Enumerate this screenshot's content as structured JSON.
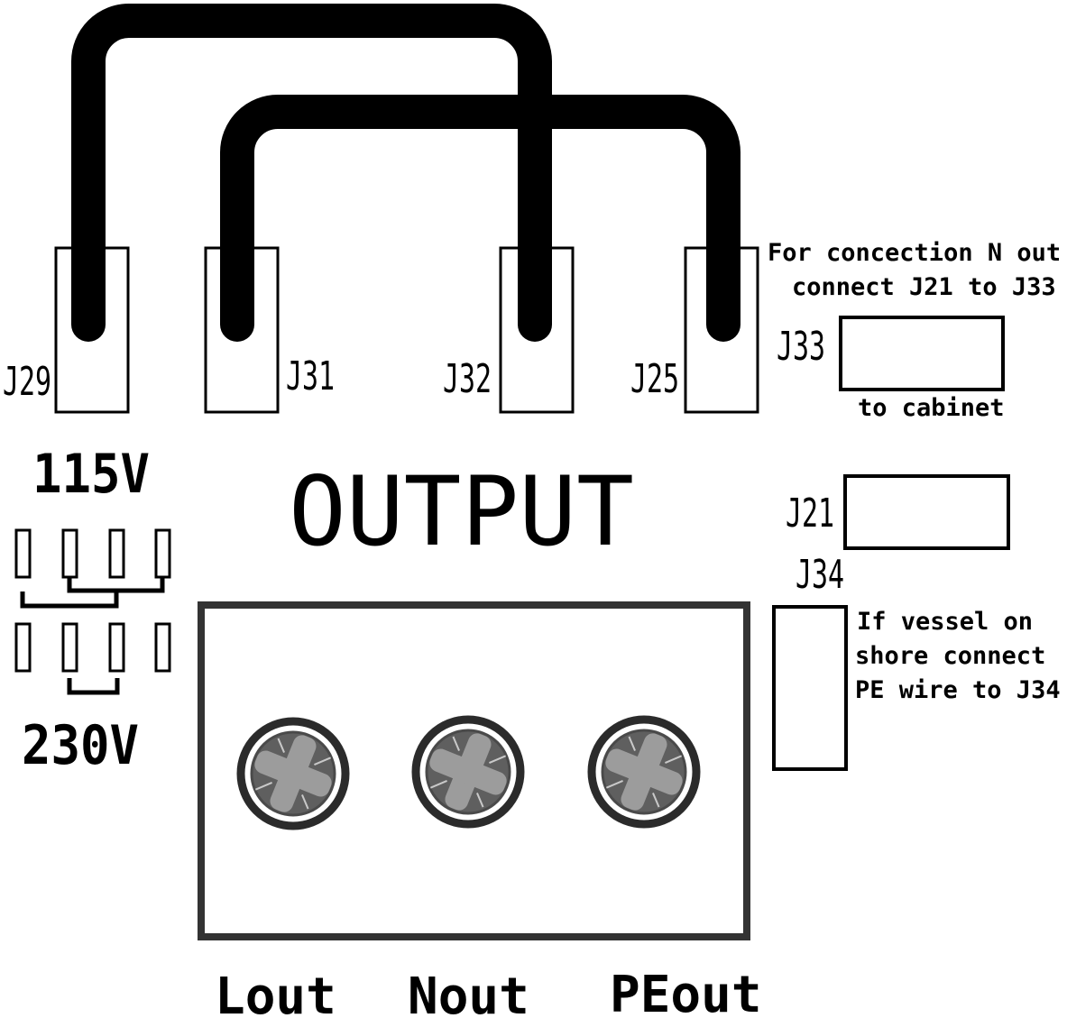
{
  "title": "OUTPUT",
  "labels": {
    "j29": "J29",
    "j31": "J31",
    "j32": "J32",
    "j25": "J25",
    "j33": "J33",
    "j21": "J21",
    "j34": "J34"
  },
  "voltage": {
    "v115": "115V",
    "v230": "230V"
  },
  "notes": {
    "n_out_line1": "For concection N out",
    "n_out_line2": "connect J21 to J33",
    "to_cabinet": "to cabinet",
    "vessel_line1": "If vessel on",
    "vessel_line2": "shore connect",
    "vessel_line3": "PE wire to J34"
  },
  "terminals": {
    "lout": "Lout",
    "nout": "Nout",
    "peout": "PEout"
  },
  "colors": {
    "wire": "#000000",
    "socket_border": "#000000",
    "output_box_border": "#333333",
    "screw_ring": "#2b2b2b",
    "screw_disc": "#5f5f5f",
    "screw_disc_border": "#4a4a4a",
    "screw_cross": "#9c9c9c",
    "sparkle": "#c9c9c9"
  }
}
